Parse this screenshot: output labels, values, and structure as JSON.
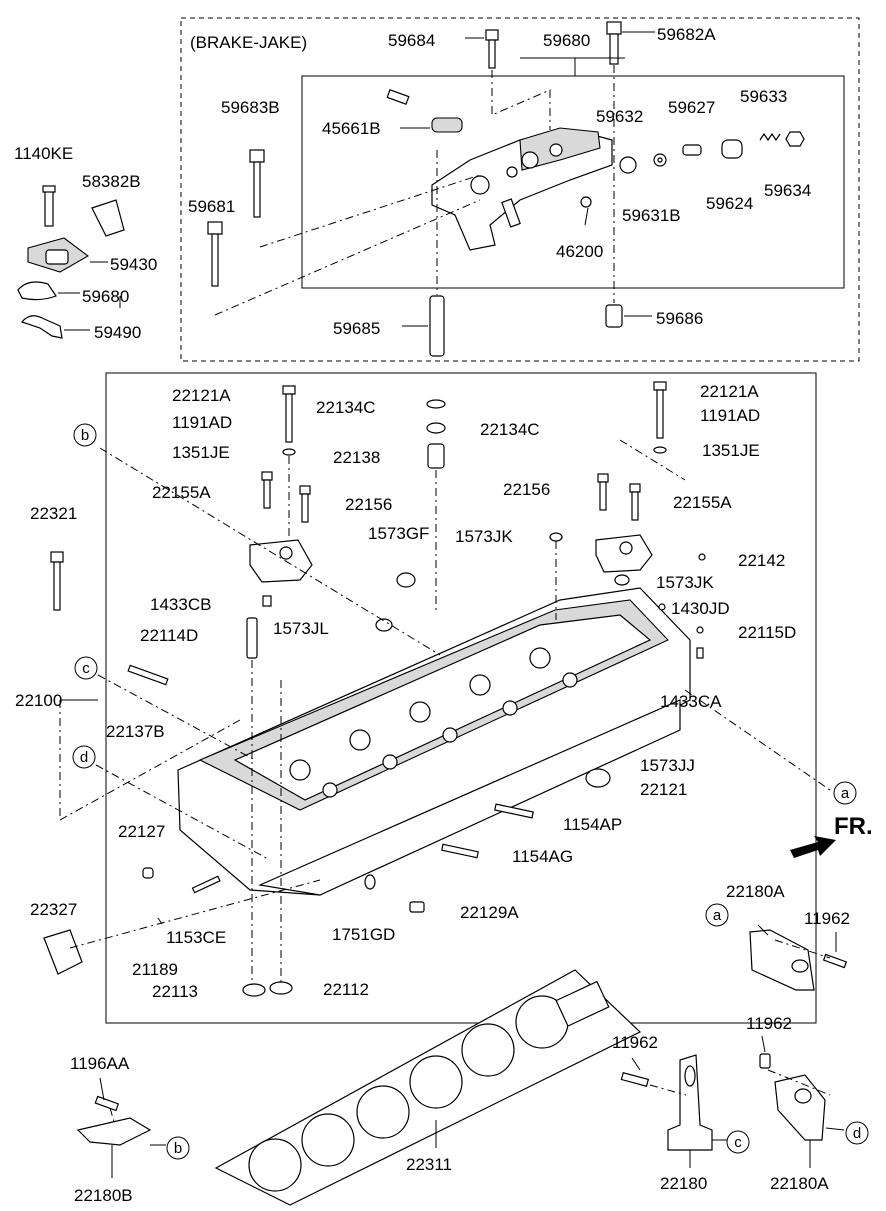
{
  "brake_jake_label": "(BRAKE-JAKE)",
  "fr_label": "FR.",
  "parts": [
    {
      "id": "59684",
      "label": "59684"
    },
    {
      "id": "59680-top",
      "label": "59680"
    },
    {
      "id": "59682A",
      "label": "59682A"
    },
    {
      "id": "59683B",
      "label": "59683B"
    },
    {
      "id": "45661B",
      "label": "45661B"
    },
    {
      "id": "59632",
      "label": "59632"
    },
    {
      "id": "59627",
      "label": "59627"
    },
    {
      "id": "59633",
      "label": "59633"
    },
    {
      "id": "59681",
      "label": "59681"
    },
    {
      "id": "59631B",
      "label": "59631B"
    },
    {
      "id": "59624",
      "label": "59624"
    },
    {
      "id": "59634",
      "label": "59634"
    },
    {
      "id": "46200",
      "label": "46200"
    },
    {
      "id": "59685",
      "label": "59685"
    },
    {
      "id": "59686",
      "label": "59686"
    },
    {
      "id": "1140KE",
      "label": "1140KE"
    },
    {
      "id": "58382B",
      "label": "58382B"
    },
    {
      "id": "59430",
      "label": "59430"
    },
    {
      "id": "59680-left",
      "label": "59680"
    },
    {
      "id": "59490",
      "label": "59490"
    },
    {
      "id": "22121A-left",
      "label": "22121A"
    },
    {
      "id": "1191AD-left",
      "label": "1191AD"
    },
    {
      "id": "22134C-1",
      "label": "22134C"
    },
    {
      "id": "22134C-2",
      "label": "22134C"
    },
    {
      "id": "22121A-right",
      "label": "22121A"
    },
    {
      "id": "1191AD-right",
      "label": "1191AD"
    },
    {
      "id": "1351JE-left",
      "label": "1351JE"
    },
    {
      "id": "22138",
      "label": "22138"
    },
    {
      "id": "1351JE-right",
      "label": "1351JE"
    },
    {
      "id": "22155A-left",
      "label": "22155A"
    },
    {
      "id": "22156-left",
      "label": "22156"
    },
    {
      "id": "22156-right",
      "label": "22156"
    },
    {
      "id": "22155A-right",
      "label": "22155A"
    },
    {
      "id": "22321",
      "label": "22321"
    },
    {
      "id": "1573GF",
      "label": "1573GF"
    },
    {
      "id": "1573JK-1",
      "label": "1573JK"
    },
    {
      "id": "22142",
      "label": "22142"
    },
    {
      "id": "1573JK-2",
      "label": "1573JK"
    },
    {
      "id": "1433CB",
      "label": "1433CB"
    },
    {
      "id": "1430JD",
      "label": "1430JD"
    },
    {
      "id": "22114D",
      "label": "22114D"
    },
    {
      "id": "1573JL",
      "label": "1573JL"
    },
    {
      "id": "22115D",
      "label": "22115D"
    },
    {
      "id": "22100",
      "label": "22100"
    },
    {
      "id": "22137B",
      "label": "22137B"
    },
    {
      "id": "1433CA",
      "label": "1433CA"
    },
    {
      "id": "1573JJ",
      "label": "1573JJ"
    },
    {
      "id": "22121",
      "label": "22121"
    },
    {
      "id": "22127",
      "label": "22127"
    },
    {
      "id": "1154AP",
      "label": "1154AP"
    },
    {
      "id": "1154AG",
      "label": "1154AG"
    },
    {
      "id": "22180A-top",
      "label": "22180A"
    },
    {
      "id": "22327",
      "label": "22327"
    },
    {
      "id": "22129A",
      "label": "22129A"
    },
    {
      "id": "11962-top",
      "label": "11962"
    },
    {
      "id": "1153CE",
      "label": "1153CE"
    },
    {
      "id": "1751GD",
      "label": "1751GD"
    },
    {
      "id": "21189",
      "label": "21189"
    },
    {
      "id": "22113",
      "label": "22113"
    },
    {
      "id": "22112",
      "label": "22112"
    },
    {
      "id": "11962-mid",
      "label": "11962"
    },
    {
      "id": "11962-right",
      "label": "11962"
    },
    {
      "id": "1196AA",
      "label": "1196AA"
    },
    {
      "id": "22311",
      "label": "22311"
    },
    {
      "id": "22180B",
      "label": "22180B"
    },
    {
      "id": "22180",
      "label": "22180"
    },
    {
      "id": "22180A-bottom",
      "label": "22180A"
    }
  ],
  "refs": [
    {
      "id": "b-main",
      "label": "b"
    },
    {
      "id": "c-main",
      "label": "c"
    },
    {
      "id": "d-main",
      "label": "d"
    },
    {
      "id": "a-main",
      "label": "a"
    },
    {
      "id": "a-bracket",
      "label": "a"
    },
    {
      "id": "b-bracket",
      "label": "b"
    },
    {
      "id": "c-bracket",
      "label": "c"
    },
    {
      "id": "d-bracket",
      "label": "d"
    }
  ]
}
